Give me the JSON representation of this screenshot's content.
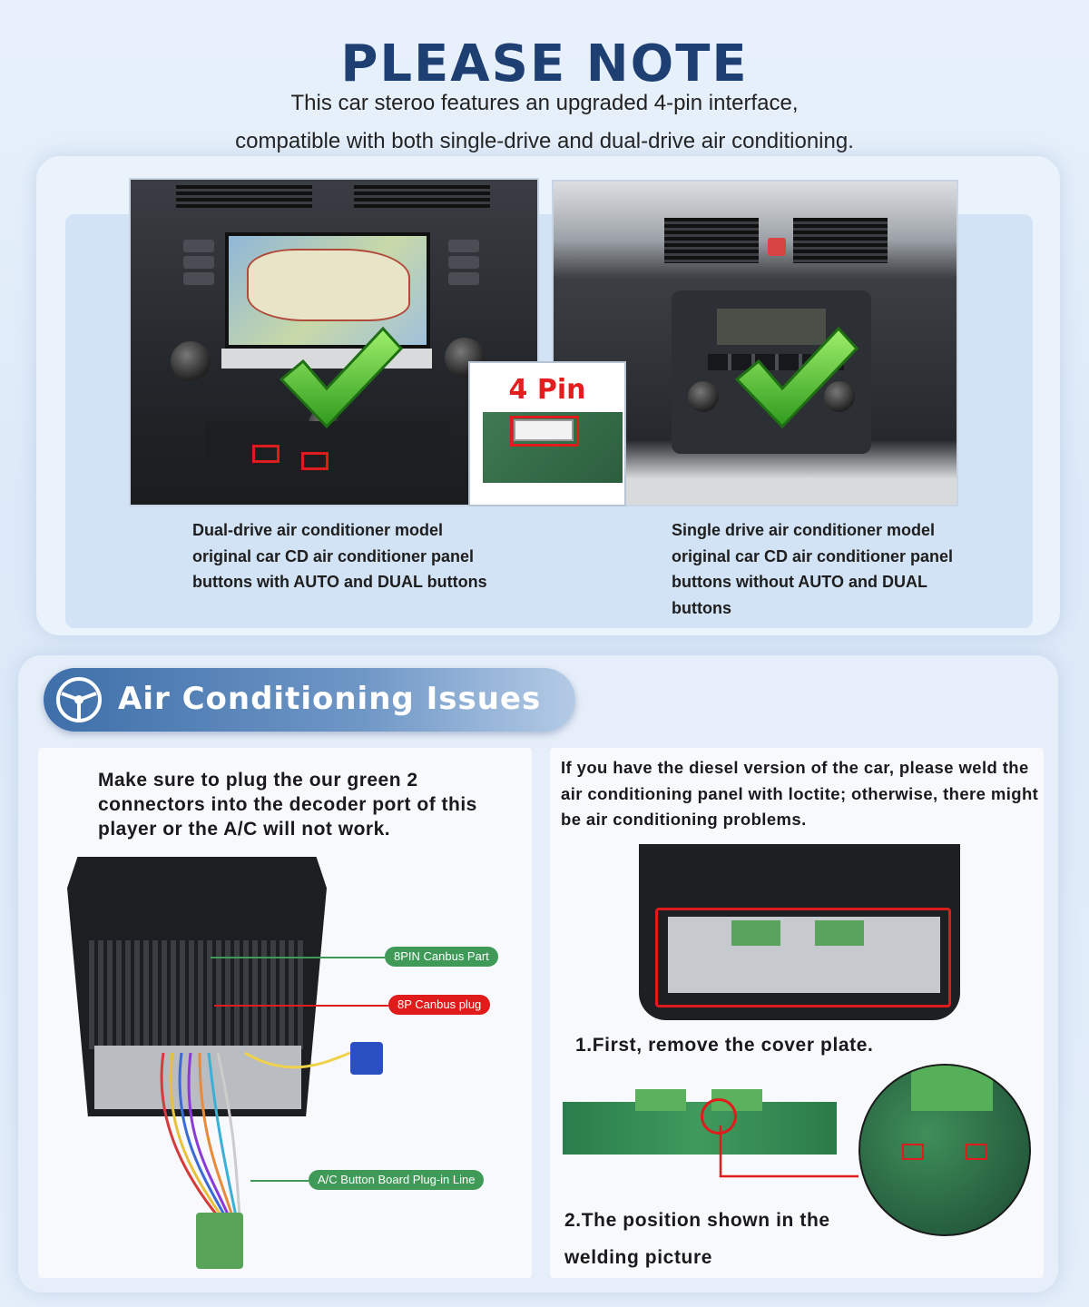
{
  "header": {
    "title": "PLEASE NOTE",
    "subtitle_line1": "This car steroo features an upgraded 4-pin interface,",
    "subtitle_line2": "compatible with both single-drive and dual-drive air conditioning."
  },
  "compatibility": {
    "pin_label": "4 Pin",
    "left_caption": "Dual-drive air conditioner model original car CD air conditioner panel buttons with AUTO and DUAL buttons",
    "right_caption": "Single drive air conditioner model original car CD air conditioner panel buttons without AUTO and DUAL buttons"
  },
  "issues": {
    "section_title": "Air Conditioning Issues",
    "left_text": "Make sure to plug the our green 2 connectors into the decoder port of this player or the A/C will not work.",
    "tag_8pin": "8PIN Canbus Part",
    "tag_8p_plug": "8P Canbus plug",
    "tag_ac_line": "A/C Button Board Plug-in Line",
    "right_text": "If you have the diesel version of the car, please weld the air conditioning panel with loctite; otherwise, there might be air conditioning problems.",
    "step1": "1.First, remove the cover plate.",
    "step2": "2.The position shown in the welding picture"
  },
  "colors": {
    "title": "#1d3f72",
    "accent_red": "#e01b1b",
    "tag_green": "#3f9a58",
    "pill_blue": "#3e6fa9"
  },
  "icons": [
    "check-icon",
    "steering-wheel-icon"
  ]
}
